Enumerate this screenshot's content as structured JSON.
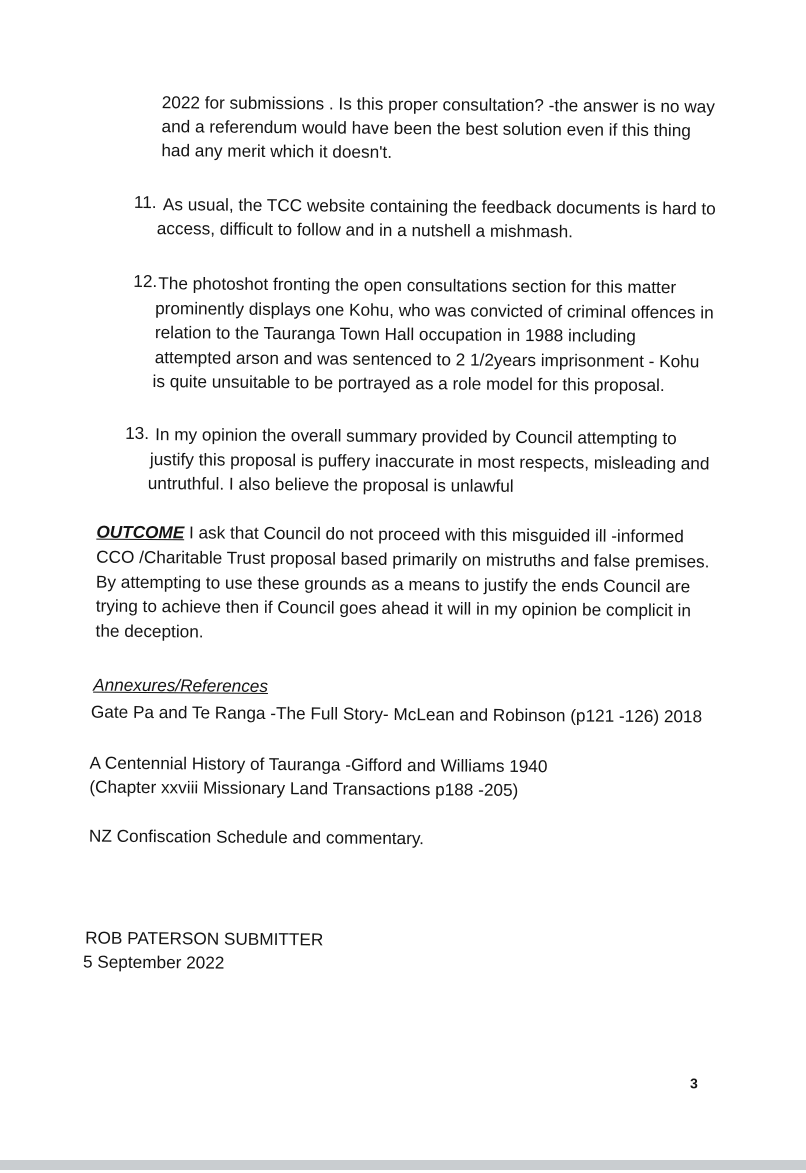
{
  "para_cont": [
    "2022 for submissions . Is this proper consultation? -the answer is no way",
    "and a referendum would have been the best solution even if this thing",
    "had any merit which it doesn't."
  ],
  "item11": {
    "num": "11.",
    "lines": [
      "As usual, the TCC website containing the feedback documents is hard to",
      "access, difficult to follow and in a nutshell a mishmash."
    ]
  },
  "item12": {
    "num": "12.",
    "lines": [
      "The photoshot fronting the open consultations section for this matter",
      "prominently displays one Kohu, who was convicted of criminal offences in",
      "relation to the Tauranga Town Hall occupation in 1988 including",
      "attempted arson and was sentenced to 2 1/2years imprisonment  - Kohu",
      "is quite unsuitable to be portrayed as a role model for this proposal."
    ]
  },
  "item13": {
    "num": "13.",
    "lines": [
      "In my opinion the overall summary provided by Council attempting to",
      "justify this proposal is puffery inaccurate in most respects, misleading and",
      "untruthful. I also believe the proposal is unlawful"
    ]
  },
  "outcome": {
    "label": "OUTCOME",
    "first": " I ask that Council do not proceed with this misguided ill -informed",
    "lines": [
      "CCO /Charitable Trust proposal based primarily on mistruths and false premises.",
      "By attempting to use these grounds as a means to justify the ends Council are",
      "trying to achieve then if Council goes ahead it will in my opinion be complicit in",
      "the deception."
    ]
  },
  "annex": {
    "heading": "Annexures/References",
    "ref1": "Gate Pa and Te Ranga -The Full Story- McLean and Robinson (p121 -126) 2018",
    "ref2a": "A Centennial History of Tauranga -Gifford and Williams 1940",
    "ref2b": "(Chapter xxviii Missionary Land Transactions p188 -205)",
    "ref3": "NZ Confiscation Schedule and commentary."
  },
  "signoff": {
    "name": "ROB PATERSON SUBMITTER",
    "date": "5 September 2022"
  },
  "page_number": "3"
}
